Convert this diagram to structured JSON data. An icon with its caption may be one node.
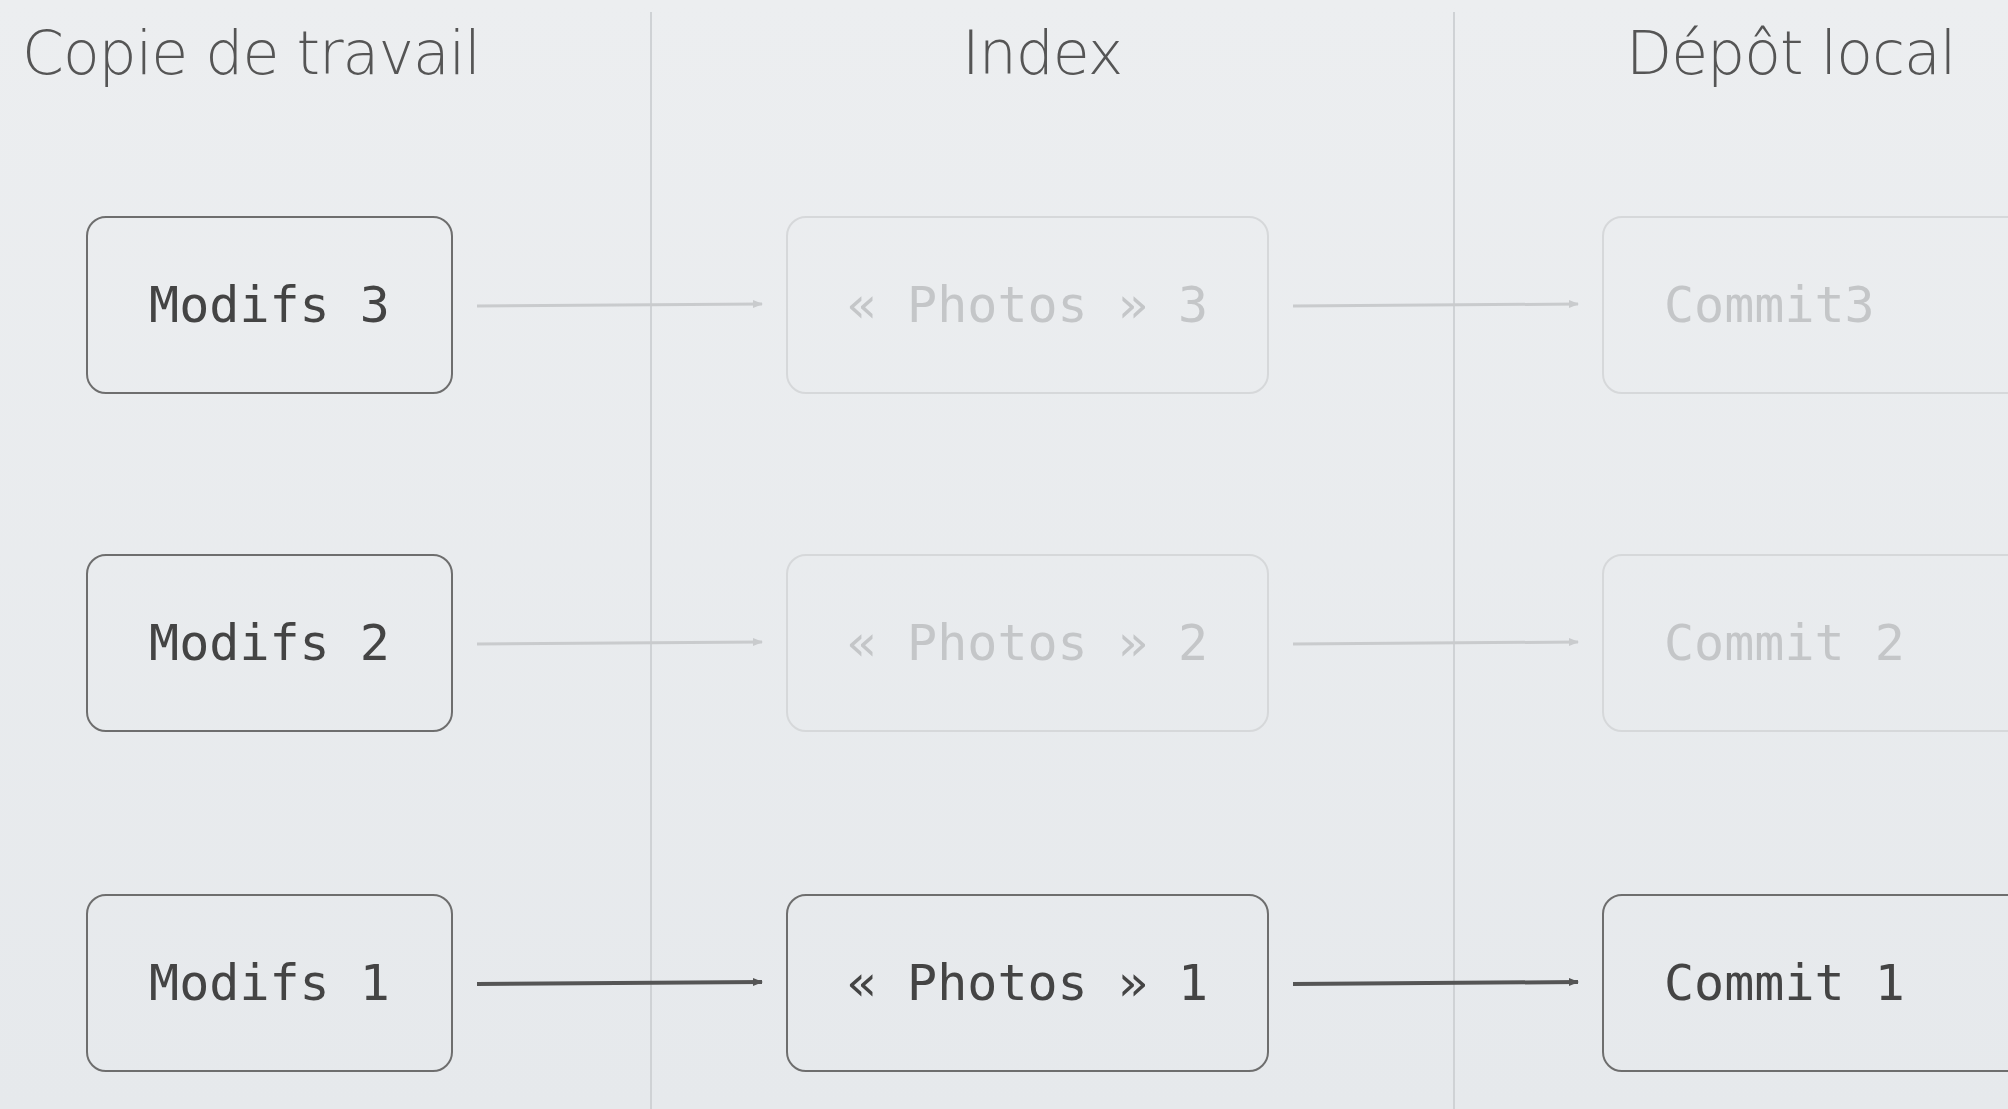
{
  "diagram": {
    "nodes": [
      {
        "text": [
          "Modifs 3"
        ]
      },
      {
        "text": [
          "« Photos » 3"
        ]
      },
      {
        "text": [
          "Commit3"
        ]
      },
      {
        "text": [
          "Modifs 2"
        ]
      },
      {
        "text": [
          "« Photos » 2"
        ]
      },
      {
        "text": [
          "Commit 2"
        ]
      },
      {
        "text": [
          "Modifs 1"
        ]
      },
      {
        "text": [
          "« Photos » 1"
        ]
      },
      {
        "text": [
          "Commit 1"
        ]
      }
    ],
    "edges": [
      {
        "from": 0,
        "to": 1,
        "arrow": "to"
      },
      {
        "from": 1,
        "to": 2,
        "arrow": "to"
      },
      {
        "from": 3,
        "to": 4,
        "arrow": "to"
      },
      {
        "from": 4,
        "to": 5,
        "arrow": "to"
      },
      {
        "from": 6,
        "to": 7,
        "arrow": "to",
        "color": "#555555"
      },
      {
        "from": 7,
        "to": 8,
        "arrow": "to",
        "color": "#555555"
      }
    ],
    "labels": [
      "Copie de travail",
      "Index",
      "Dépôt local"
    ]
  }
}
